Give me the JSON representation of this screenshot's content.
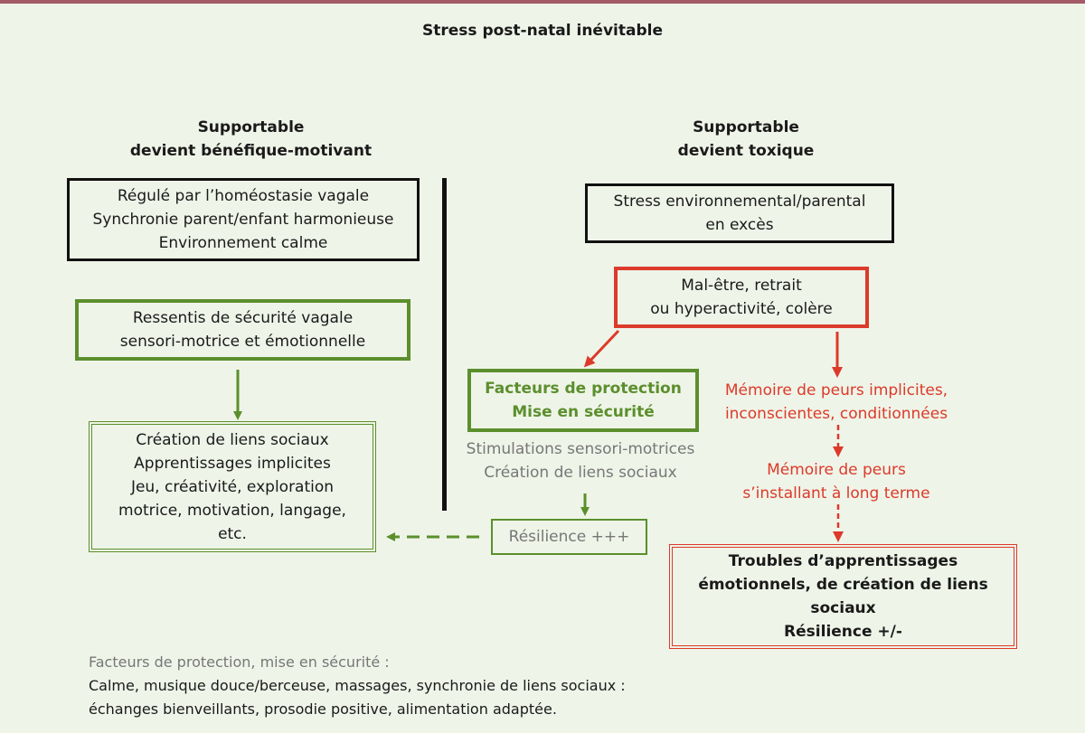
{
  "title": "Stress post-natal inévitable",
  "left_column": {
    "heading_line1": "Supportable",
    "heading_line2": "devient bénéfique-motivant",
    "box1": [
      "Régulé par l’homéostasie vagale",
      "Synchronie parent/enfant harmonieuse",
      "Environnement calme"
    ],
    "box2": [
      "Ressentis de sécurité vagale",
      "sensori-motrice et émotionnelle"
    ],
    "box3": [
      "Création de liens sociaux",
      "Apprentissages implicites",
      "Jeu, créativité, exploration",
      "motrice, motivation, langage,",
      "etc."
    ]
  },
  "right_column": {
    "heading_line1": "Supportable",
    "heading_line2": "devient toxique",
    "box_stress": [
      "Stress environnemental/parental",
      "en excès"
    ],
    "box_malaise": [
      "Mal-être, retrait",
      "ou hyperactivité, colère"
    ],
    "box_protection": [
      "Facteurs de protection",
      "Mise en sécurité"
    ],
    "stimulations": [
      "Stimulations sensori-motrices",
      "Création de liens sociaux"
    ],
    "resilience": "Résilience +++",
    "memory1": [
      "Mémoire de peurs implicites,",
      "inconscientes, conditionnées"
    ],
    "memory2": [
      "Mémoire de peurs",
      "s’installant à long terme"
    ],
    "box_troubles": [
      "Troubles d’apprentissages",
      "émotionnels, de création de liens",
      "sociaux",
      "Résilience +/-"
    ]
  },
  "footer": {
    "line1": "Facteurs de protection, mise en sécurité :",
    "line2": "Calme, musique douce/berceuse, massages, synchronie de liens sociaux :",
    "line3": "échanges bienveillants, prosodie positive, alimentation adaptée."
  },
  "colors": {
    "background": "#eff4e8",
    "top_bar": "#a45a67",
    "green": "#5b8f2d",
    "red": "#dc3a2a",
    "gray_text": "#777777",
    "black": "#111111"
  },
  "icons": [
    "arrow-down-icon",
    "arrow-left-dashed-icon",
    "arrow-diagonal-icon"
  ]
}
